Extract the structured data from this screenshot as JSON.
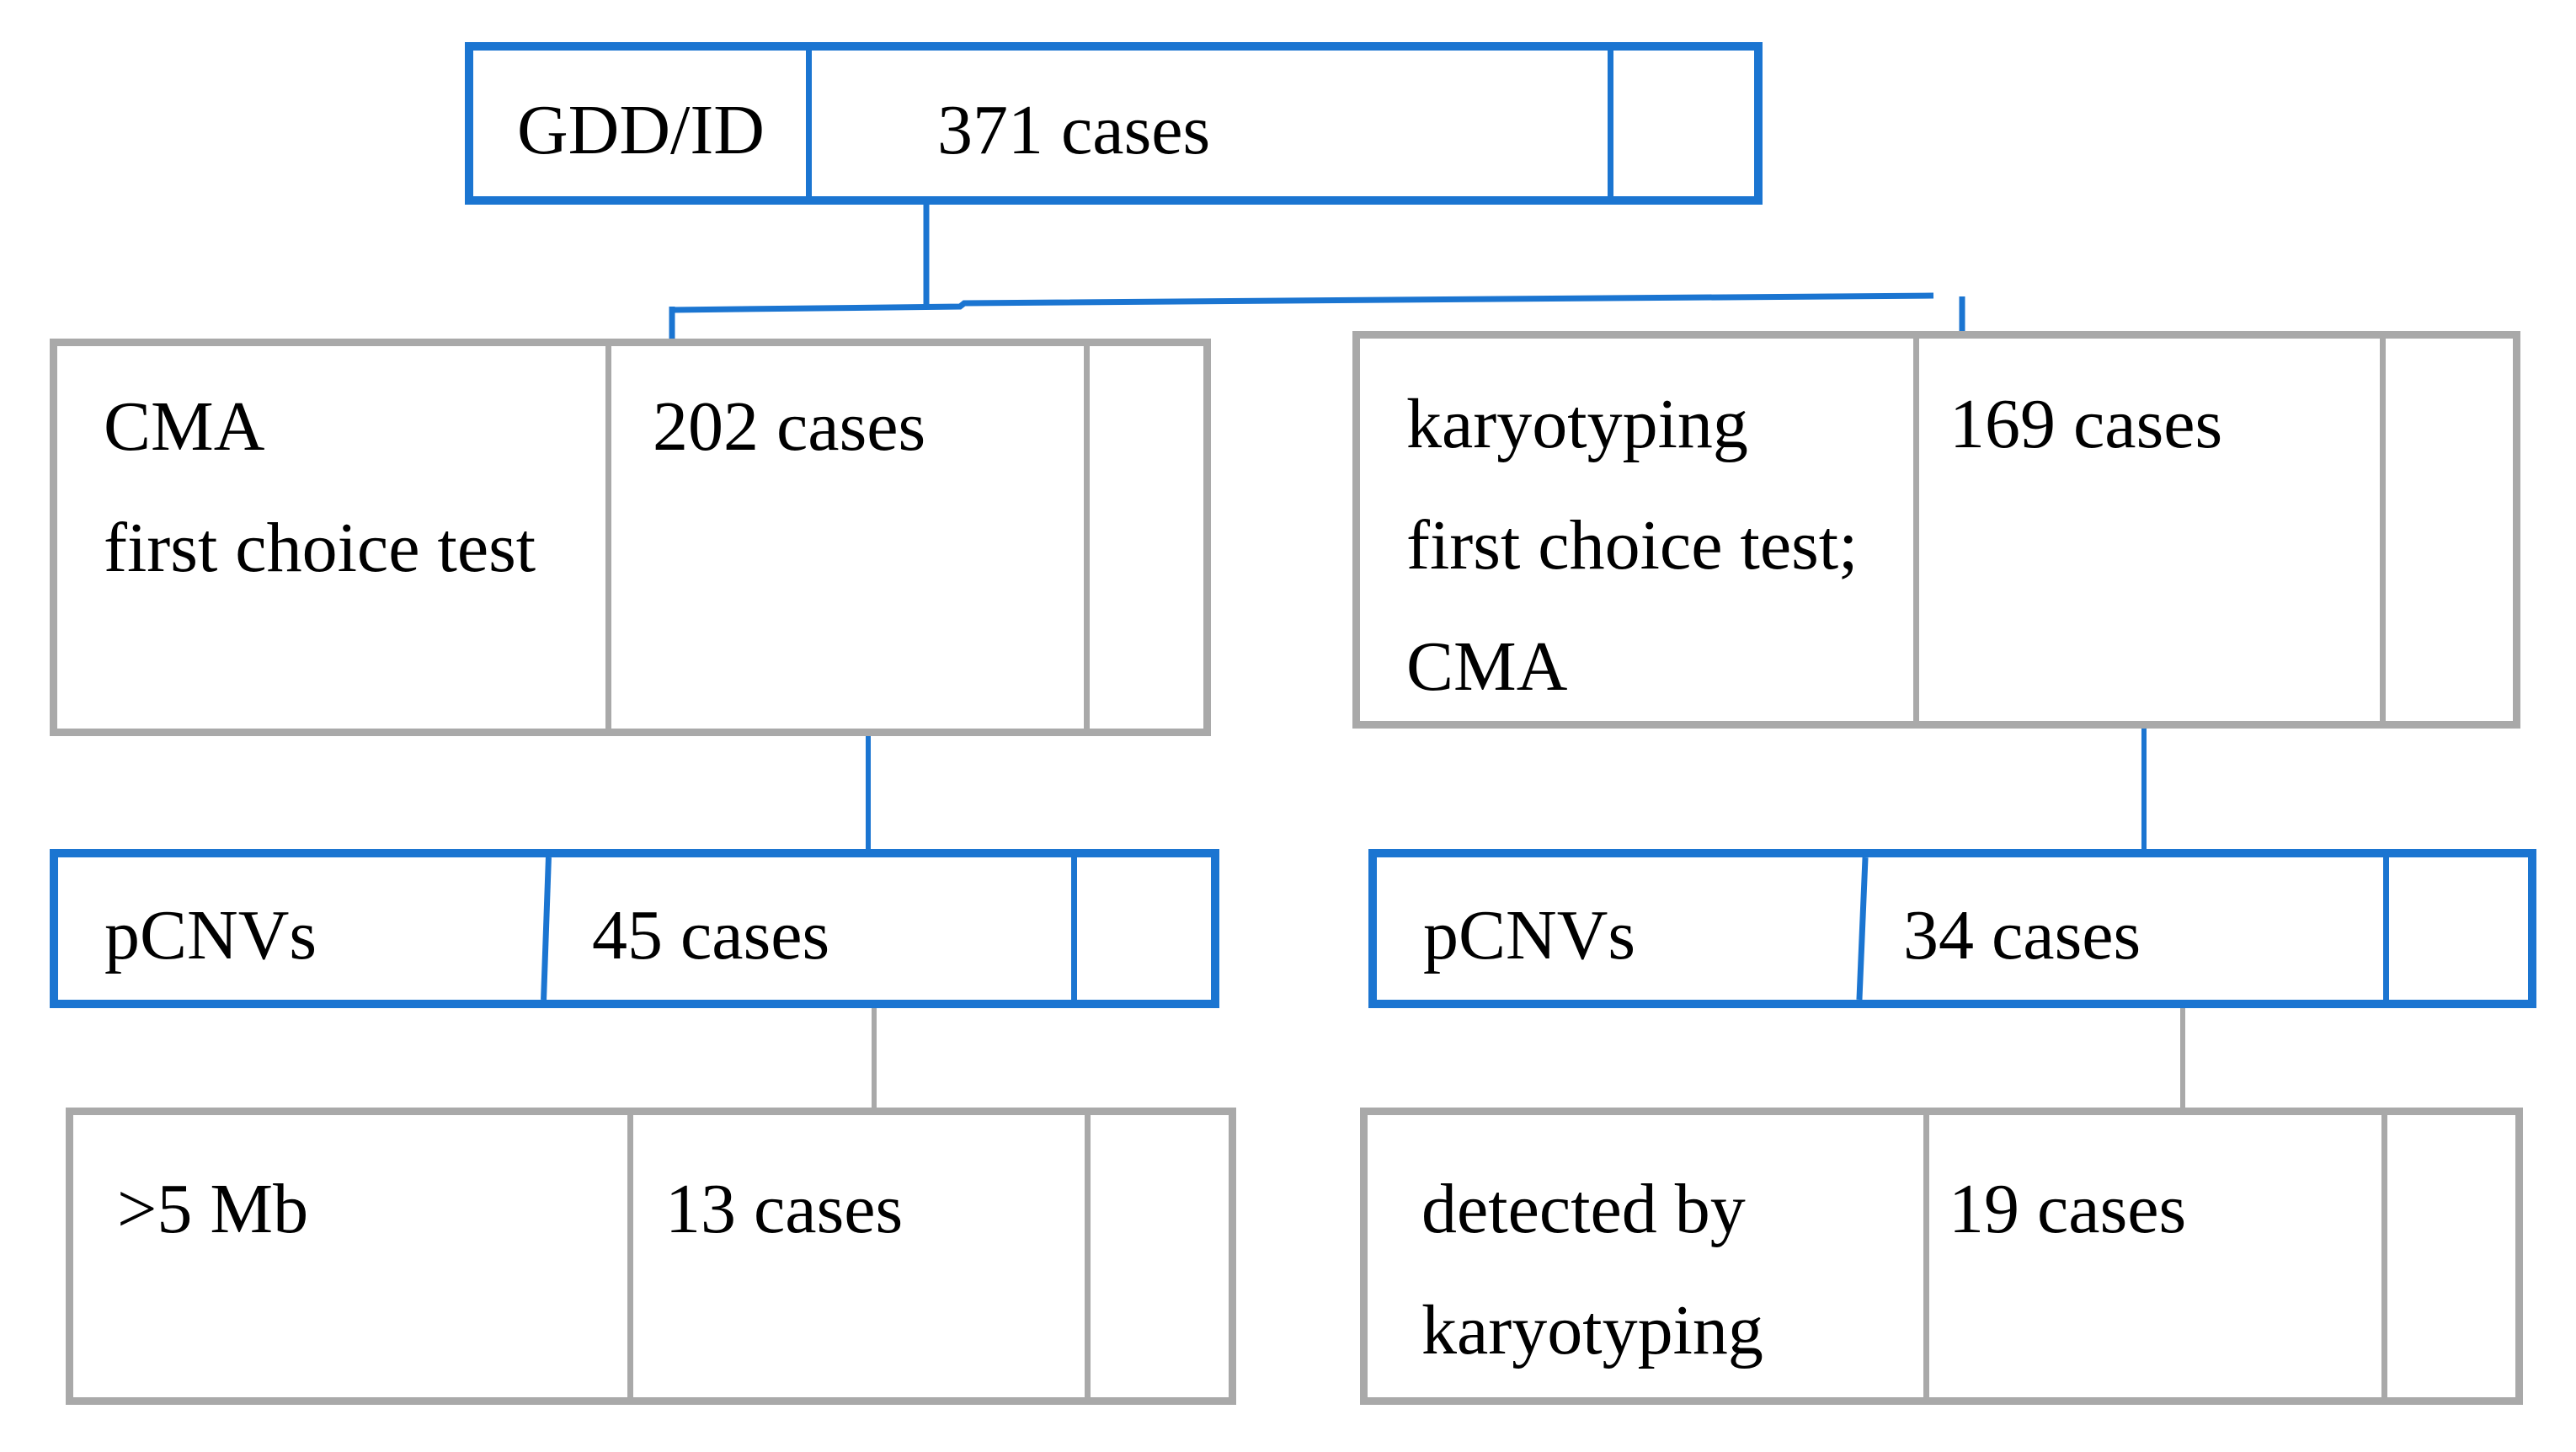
{
  "colors": {
    "accent_blue": "#1B75D1",
    "border_gray": "#A9A9A9",
    "text_black": "#000000"
  },
  "flowchart": {
    "root": {
      "label": "GDD/ID",
      "value": "371 cases"
    },
    "cma_branch": {
      "label_lines": [
        "CMA",
        "first choice test"
      ],
      "value": "202 cases"
    },
    "karyotyping_branch": {
      "label_lines": [
        "karyotyping",
        "first choice test;",
        "CMA"
      ],
      "value": "169 cases"
    },
    "cma_pcnvs": {
      "label": "pCNVs",
      "value": "45 cases"
    },
    "karyotyping_pcnvs": {
      "label": "pCNVs",
      "value": "34 cases"
    },
    "cma_over_5mb": {
      "label": ">5 Mb",
      "value": "13 cases"
    },
    "karyotyping_detected": {
      "label_lines": [
        "detected by",
        "karyotyping"
      ],
      "value": "19 cases"
    }
  }
}
